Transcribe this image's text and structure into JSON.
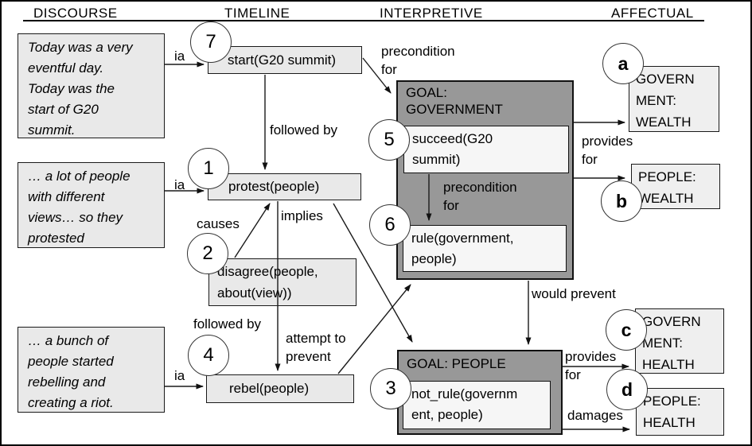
{
  "header": {
    "columns": [
      "DISCOURSE",
      "TIMELINE",
      "INTERPRETIVE",
      "AFFECTUAL"
    ]
  },
  "discourse": {
    "box1": "Today was a very\neventful day.\nToday was the\nstart of G20\nsummit.",
    "box2": "… a lot of people\nwith different\nviews… so they\nprotested",
    "box3": "… a bunch of\npeople started\nrebelling and\ncreating a riot."
  },
  "timeline": {
    "start": "start(G20 summit)",
    "protest": "protest(people)",
    "disagree": "disagree(people,\nabout(view))",
    "rebel": "rebel(people)"
  },
  "interpretive": {
    "goal_government": {
      "title": "GOAL:\nGOVERNMENT",
      "succeed": "succeed(G20\nsummit)",
      "rule": "rule(government,\npeople)"
    },
    "goal_people": {
      "title": "GOAL: PEOPLE",
      "not_rule": "not_rule(governm\nent, people)"
    }
  },
  "affectual": {
    "box_a": "GOVERN\nMENT:\nWEALTH",
    "box_b": "PEOPLE:\nWEALTH",
    "box_c": "GOVERN\nMENT:\nHEALTH",
    "box_d": "PEOPLE:\nHEALTH"
  },
  "badges": {
    "n7": "7",
    "n1": "1",
    "n2": "2",
    "n3": "3",
    "n4": "4",
    "n5": "5",
    "n6": "6",
    "la": "a",
    "lb": "b",
    "lc": "c",
    "ld": "d"
  },
  "edge_labels": {
    "ia_1": "ia",
    "ia_2": "ia",
    "ia_3": "ia",
    "followed_by_1": "followed by",
    "followed_by_2": "followed by",
    "causes": "causes",
    "implies": "implies",
    "attempt_to_prevent": "attempt to\nprevent",
    "precondition_for_top": "precondition\nfor",
    "precondition_for_inner": "precondition\nfor",
    "would_prevent": "would prevent",
    "provides_for_top": "provides\nfor",
    "provides_for_bottom": "provides\nfor",
    "damages": "damages"
  },
  "colors": {
    "goal_box_fill": "#989898",
    "light_box_fill": "#e9e9e9",
    "inner_box_fill": "#f6f6f6",
    "line": "#1a1a1a",
    "background": "#ffffff"
  }
}
